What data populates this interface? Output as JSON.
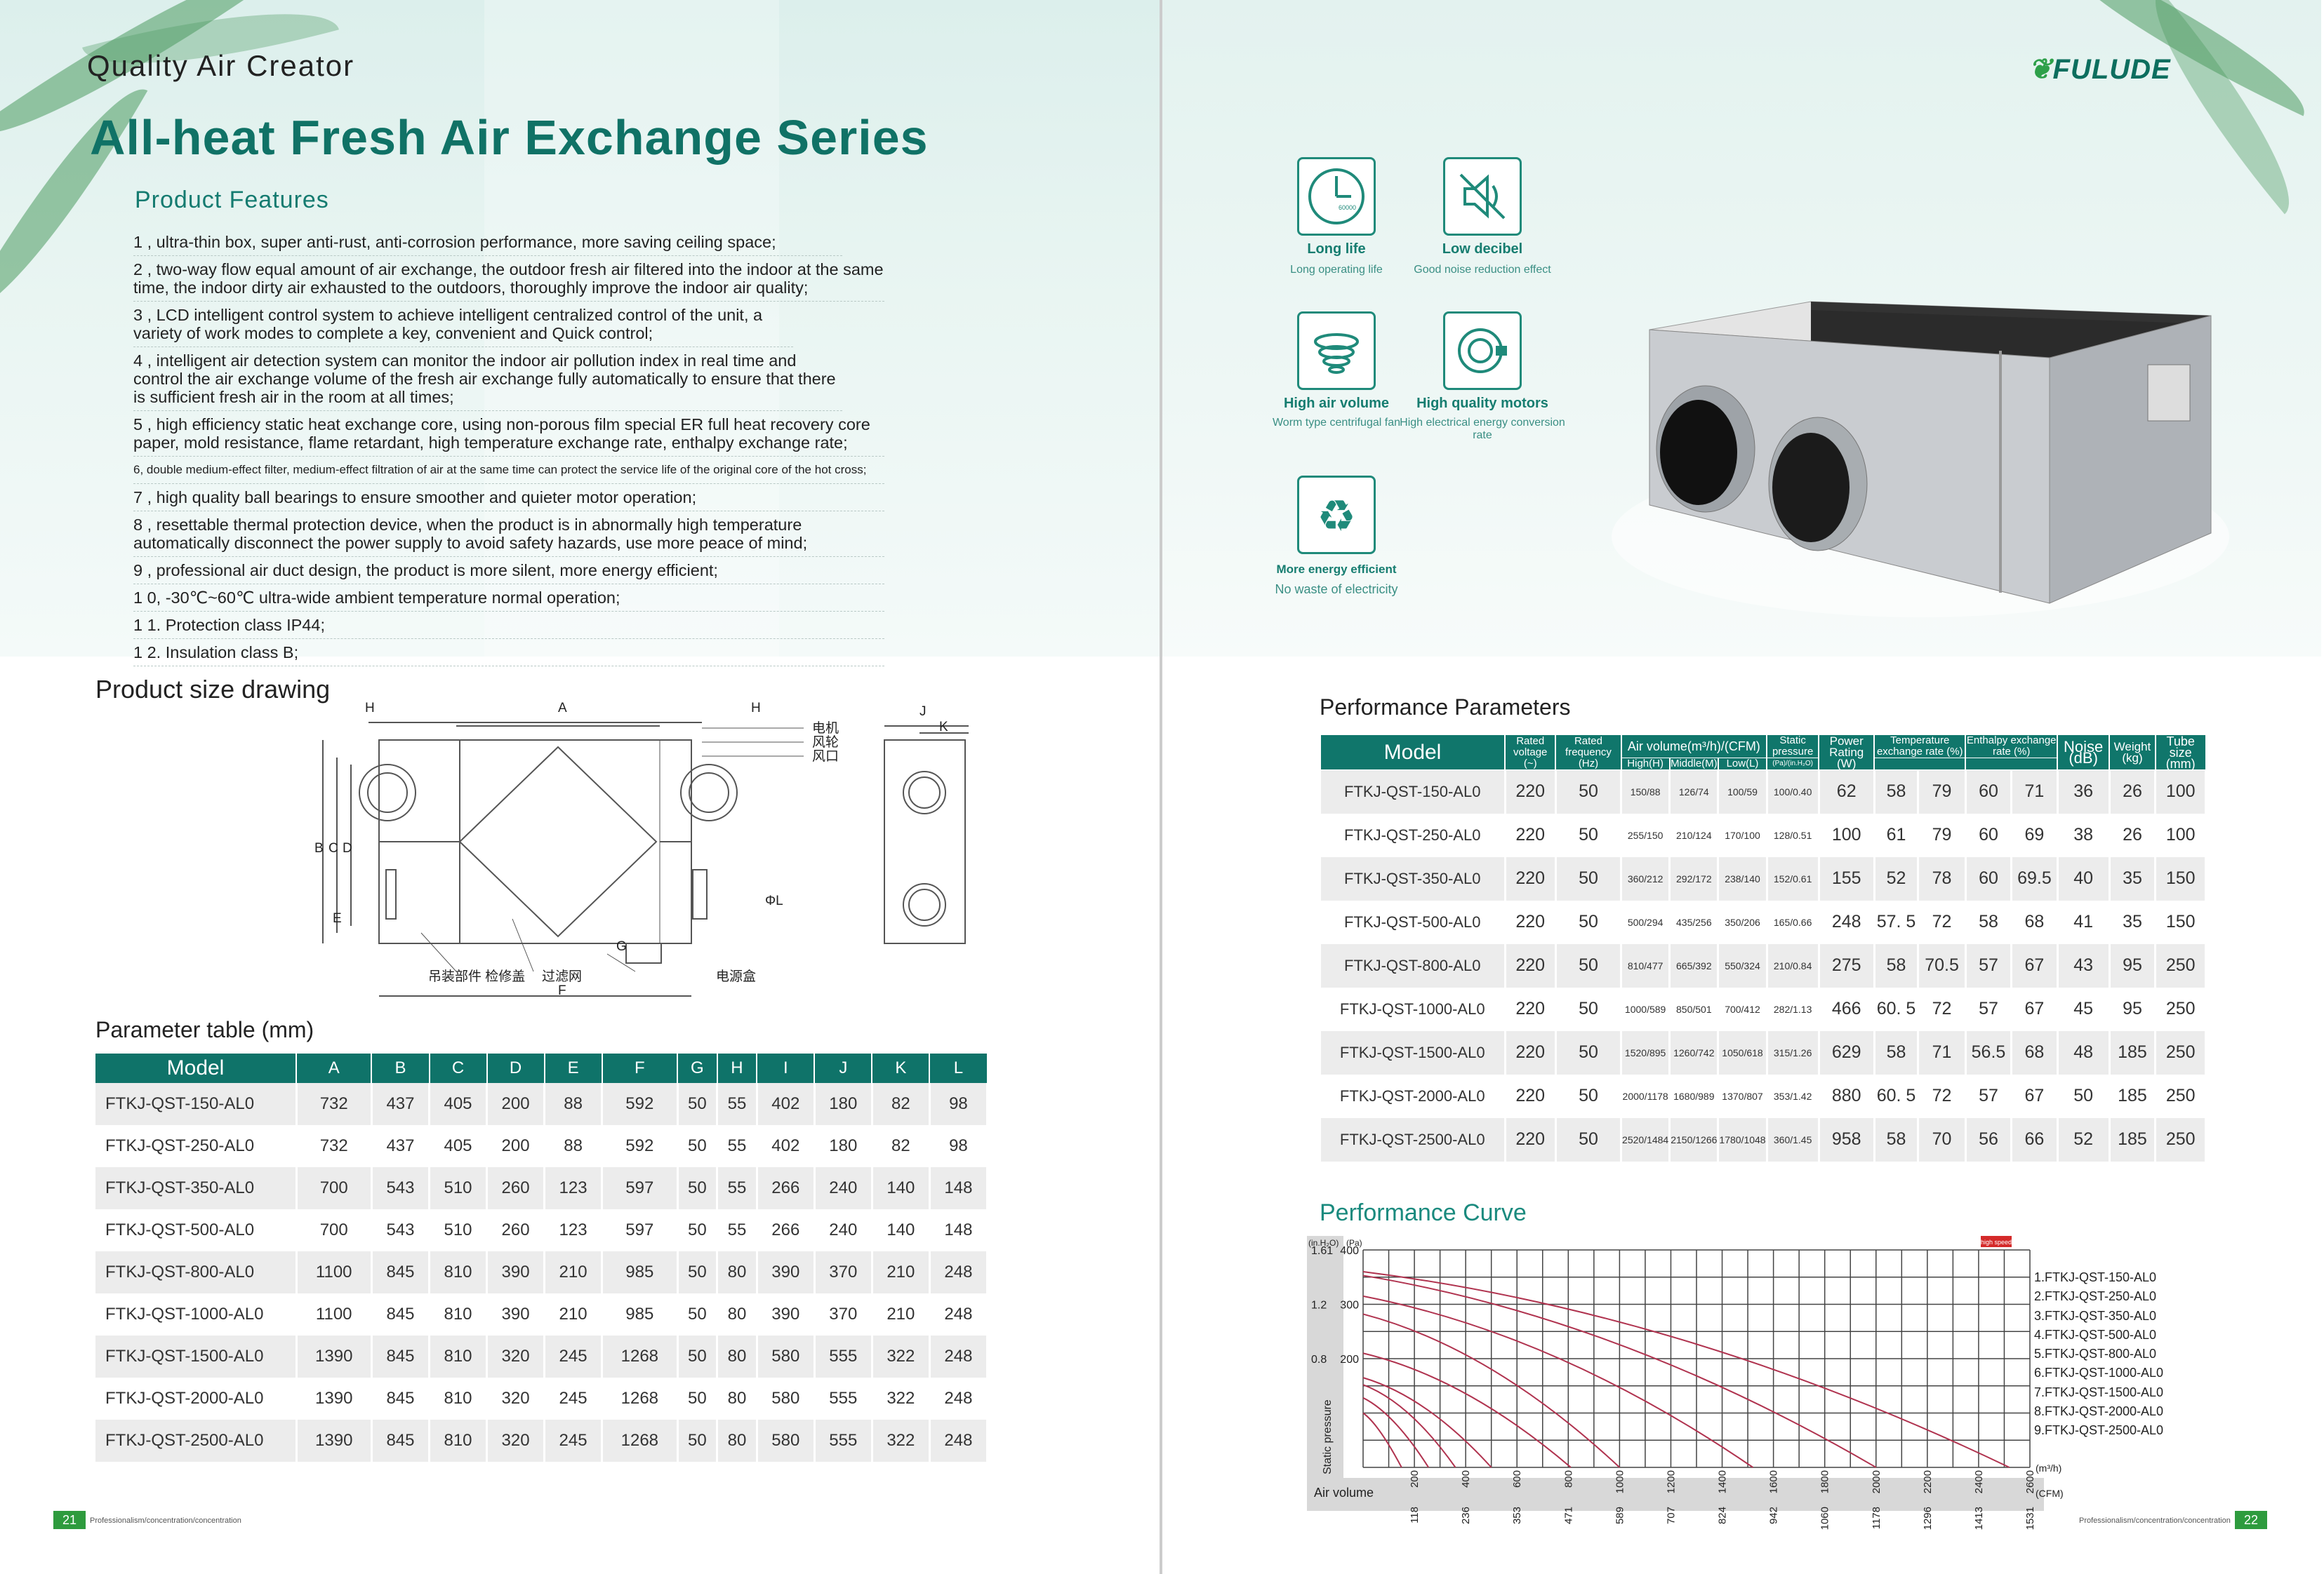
{
  "left": {
    "tagline": "Quality Air Creator",
    "series_title": "All-heat Fresh Air Exchange Series",
    "features_title": "Product Features",
    "features": [
      "1 , ultra-thin box, super anti-rust, anti-corrosion performance, more saving ceiling space;",
      "2 , two-way flow equal amount of air exchange, the outdoor fresh air filtered into the indoor at the same time, the indoor dirty air exhausted to the outdoors, thoroughly improve the indoor air quality;",
      "3 , LCD intelligent control system to achieve intelligent centralized control of the unit, a variety of work modes to complete a key, convenient and Quick control;",
      "4 , intelligent air detection system can monitor the indoor air pollution index in real time and control the air exchange volume of the fresh air exchange fully automatically to ensure that there is sufficient fresh air in the room at all times;",
      "5 , high efficiency static heat exchange core, using non-porous film special ER full heat recovery core paper, mold resistance, flame retardant, high temperature exchange rate, enthalpy exchange rate;",
      "6, double medium-effect filter, medium-effect filtration of air at the same time can protect the service life of the original core of the hot cross;",
      "7 , high quality ball bearings to ensure smoother and quieter motor operation;",
      "8 , resettable thermal protection device, when the product is in abnormally high temperature automatically disconnect the power supply to avoid safety hazards, use more peace of mind;",
      "9 , professional air duct design, the product is more silent, more energy efficient;",
      "1 0, -30℃~60℃ ultra-wide ambient temperature normal operation;",
      "1 1. Protection class IP44;",
      "1 2. Insulation class B;"
    ],
    "drawing_title": "Product size drawing",
    "drawing_labels": {
      "A": "A",
      "H": "H",
      "J": "J",
      "K": "K",
      "B": "B",
      "C": "C",
      "D": "D",
      "E": "E",
      "F": "F",
      "G": "G",
      "L": "ΦL",
      "motor": "电机",
      "wheel": "风轮",
      "outlet": "风口",
      "hang": "吊装部件 检修盖",
      "filter": "过滤网",
      "power": "电源盒"
    },
    "param_title": "Parameter table (mm)",
    "param_headers": [
      "Model",
      "A",
      "B",
      "C",
      "D",
      "E",
      "F",
      "G",
      "H",
      "I",
      "J",
      "K",
      "L"
    ],
    "param_rows": [
      [
        "FTKJ-QST-150-AL0",
        "732",
        "437",
        "405",
        "200",
        "88",
        "592",
        "50",
        "55",
        "402",
        "180",
        "82",
        "98"
      ],
      [
        "FTKJ-QST-250-AL0",
        "732",
        "437",
        "405",
        "200",
        "88",
        "592",
        "50",
        "55",
        "402",
        "180",
        "82",
        "98"
      ],
      [
        "FTKJ-QST-350-AL0",
        "700",
        "543",
        "510",
        "260",
        "123",
        "597",
        "50",
        "55",
        "266",
        "240",
        "140",
        "148"
      ],
      [
        "FTKJ-QST-500-AL0",
        "700",
        "543",
        "510",
        "260",
        "123",
        "597",
        "50",
        "55",
        "266",
        "240",
        "140",
        "148"
      ],
      [
        "FTKJ-QST-800-AL0",
        "1100",
        "845",
        "810",
        "390",
        "210",
        "985",
        "50",
        "80",
        "390",
        "370",
        "210",
        "248"
      ],
      [
        "FTKJ-QST-1000-AL0",
        "1100",
        "845",
        "810",
        "390",
        "210",
        "985",
        "50",
        "80",
        "390",
        "370",
        "210",
        "248"
      ],
      [
        "FTKJ-QST-1500-AL0",
        "1390",
        "845",
        "810",
        "320",
        "245",
        "1268",
        "50",
        "80",
        "580",
        "555",
        "322",
        "248"
      ],
      [
        "FTKJ-QST-2000-AL0",
        "1390",
        "845",
        "810",
        "320",
        "245",
        "1268",
        "50",
        "80",
        "580",
        "555",
        "322",
        "248"
      ],
      [
        "FTKJ-QST-2500-AL0",
        "1390",
        "845",
        "810",
        "320",
        "245",
        "1268",
        "50",
        "80",
        "580",
        "555",
        "322",
        "248"
      ]
    ],
    "page_number": "21",
    "footer": "Professionalism/concentration/concentration"
  },
  "right": {
    "logo": "FULUDE",
    "icons": [
      {
        "name": "clock-icon",
        "title": "Long life",
        "sub": "Long operating life"
      },
      {
        "name": "mute-speaker-icon",
        "title": "Low decibel",
        "sub": "Good noise reduction effect"
      },
      {
        "name": "fan-spiral-icon",
        "title": "High air volume",
        "sub": "Worm type centrifugal fan"
      },
      {
        "name": "motor-icon",
        "title": "High quality motors",
        "sub": "High electrical energy conversion rate"
      },
      {
        "name": "recycle-icon",
        "title": "More energy efficient",
        "sub": "No waste of electricity"
      }
    ],
    "clock_text": "60000",
    "perf_title": "Performance Parameters",
    "perf_headers": {
      "model": "Model",
      "voltage": "Rated voltage (~)",
      "frequency": "Rated frequency (Hz)",
      "air_volume": "Air volume(m³/h)/(CFM)",
      "high": "High(H)",
      "middle": "Middle(M)",
      "low": "Low(L)",
      "static": "Static pressure",
      "static_unit": "(Pa)/(in.H₂O)",
      "power": "Power Rating (W)",
      "temp": "Temperature exchange rate (%)",
      "enthalpy": "Enthalpy exchange rate (%)",
      "noise": "Noise (dB)",
      "weight": "Weight (kg)",
      "tube": "Tube size (mm)"
    },
    "perf_rows": [
      [
        "FTKJ-QST-150-AL0",
        "220",
        "50",
        "150/88",
        "126/74",
        "100/59",
        "100/0.40",
        "62",
        "58",
        "79",
        "60",
        "71",
        "36",
        "26",
        "100"
      ],
      [
        "FTKJ-QST-250-AL0",
        "220",
        "50",
        "255/150",
        "210/124",
        "170/100",
        "128/0.51",
        "100",
        "61",
        "79",
        "60",
        "69",
        "38",
        "26",
        "100"
      ],
      [
        "FTKJ-QST-350-AL0",
        "220",
        "50",
        "360/212",
        "292/172",
        "238/140",
        "152/0.61",
        "155",
        "52",
        "78",
        "60",
        "69.5",
        "40",
        "35",
        "150"
      ],
      [
        "FTKJ-QST-500-AL0",
        "220",
        "50",
        "500/294",
        "435/256",
        "350/206",
        "165/0.66",
        "248",
        "57. 5",
        "72",
        "58",
        "68",
        "41",
        "35",
        "150"
      ],
      [
        "FTKJ-QST-800-AL0",
        "220",
        "50",
        "810/477",
        "665/392",
        "550/324",
        "210/0.84",
        "275",
        "58",
        "70.5",
        "57",
        "67",
        "43",
        "95",
        "250"
      ],
      [
        "FTKJ-QST-1000-AL0",
        "220",
        "50",
        "1000/589",
        "850/501",
        "700/412",
        "282/1.13",
        "466",
        "60. 5",
        "72",
        "57",
        "67",
        "45",
        "95",
        "250"
      ],
      [
        "FTKJ-QST-1500-AL0",
        "220",
        "50",
        "1520/895",
        "1260/742",
        "1050/618",
        "315/1.26",
        "629",
        "58",
        "71",
        "56.5",
        "68",
        "48",
        "185",
        "250"
      ],
      [
        "FTKJ-QST-2000-AL0",
        "220",
        "50",
        "2000/1178",
        "1680/989",
        "1370/807",
        "353/1.42",
        "880",
        "60. 5",
        "72",
        "57",
        "67",
        "50",
        "185",
        "250"
      ],
      [
        "FTKJ-QST-2500-AL0",
        "220",
        "50",
        "2520/1484",
        "2150/1266",
        "1780/1048",
        "360/1.45",
        "958",
        "58",
        "70",
        "56",
        "66",
        "52",
        "185",
        "250"
      ]
    ],
    "curve_title": "Performance Curve",
    "curve_legend": [
      "1.FTKJ-QST-150-AL0",
      "2.FTKJ-QST-250-AL0",
      "3.FTKJ-QST-350-AL0",
      "4.FTKJ-QST-500-AL0",
      "5.FTKJ-QST-800-AL0",
      "6.FTKJ-QST-1000-AL0",
      "7.FTKJ-QST-1500-AL0",
      "8.FTKJ-QST-2000-AL0",
      "9.FTKJ-QST-2500-AL0"
    ],
    "page_number": "22",
    "footer": "Professionalism/concentration/concentration"
  },
  "chart_data": {
    "type": "line",
    "title": "Performance Curve",
    "xlabel": "Air volume",
    "ylabel": "Static pressure",
    "x_unit_top": "(m³/h)",
    "x_unit_bottom": "(CFM)",
    "y_unit_left": "(in.H₂O)",
    "y_unit_right": "(Pa)",
    "badge": "high speed",
    "x_ticks_m3h": [
      "200",
      "400",
      "600",
      "800",
      "1000",
      "1200",
      "1400",
      "1600",
      "1800",
      "2000",
      "2200",
      "2400",
      "2600"
    ],
    "x_ticks_cfm": [
      "118",
      "236",
      "353",
      "471",
      "589",
      "707",
      "824",
      "942",
      "1060",
      "1178",
      "1296",
      "1413",
      "1531"
    ],
    "y_ticks_pa": [
      "200",
      "300",
      "400"
    ],
    "y_ticks_inh2o": [
      "0.8",
      "1.2",
      "1.61"
    ],
    "xlim": [
      0,
      2600
    ],
    "ylim": [
      0,
      400
    ],
    "series": [
      {
        "name": "1.FTKJ-QST-150-AL0",
        "x": [
          0,
          60,
          150
        ],
        "y": [
          100,
          80,
          0
        ]
      },
      {
        "name": "2.FTKJ-QST-250-AL0",
        "x": [
          0,
          120,
          255
        ],
        "y": [
          128,
          100,
          0
        ]
      },
      {
        "name": "3.FTKJ-QST-350-AL0",
        "x": [
          0,
          180,
          360
        ],
        "y": [
          152,
          120,
          0
        ]
      },
      {
        "name": "4.FTKJ-QST-500-AL0",
        "x": [
          0,
          250,
          500
        ],
        "y": [
          165,
          130,
          0
        ]
      },
      {
        "name": "5.FTKJ-QST-800-AL0",
        "x": [
          0,
          400,
          810
        ],
        "y": [
          210,
          165,
          0
        ]
      },
      {
        "name": "6.FTKJ-QST-1000-AL0",
        "x": [
          0,
          500,
          1000
        ],
        "y": [
          282,
          220,
          0
        ]
      },
      {
        "name": "7.FTKJ-QST-1500-AL0",
        "x": [
          0,
          760,
          1520
        ],
        "y": [
          315,
          245,
          0
        ]
      },
      {
        "name": "8.FTKJ-QST-2000-AL0",
        "x": [
          0,
          1000,
          2000
        ],
        "y": [
          353,
          275,
          0
        ]
      },
      {
        "name": "9.FTKJ-QST-2500-AL0",
        "x": [
          0,
          1260,
          2520
        ],
        "y": [
          360,
          285,
          0
        ]
      }
    ],
    "grid": true,
    "legend_position": "right",
    "line_color": "#b0334f"
  }
}
